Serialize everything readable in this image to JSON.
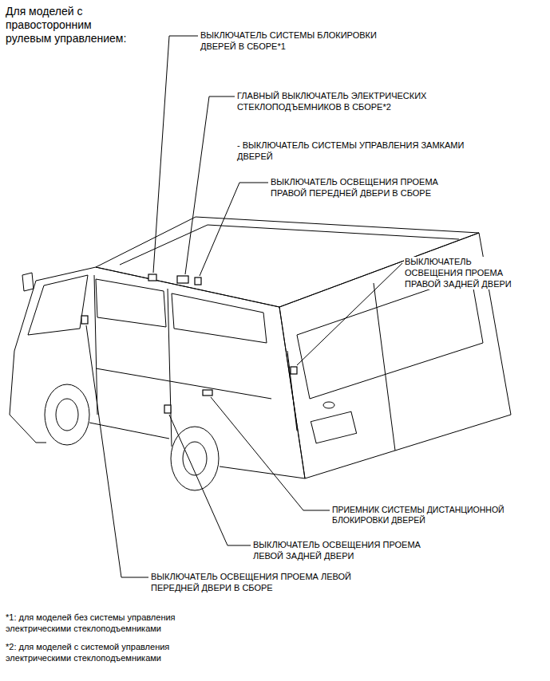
{
  "diagram": {
    "title": "Для моделей с правосторонним рулевым управлением:",
    "labels": [
      "ВЫКЛЮЧАТЕЛЬ СИСТЕМЫ БЛОКИРОВКИ ДВЕРЕЙ В СБОРЕ*1",
      "ГЛАВНЫЙ ВЫКЛЮЧАТЕЛЬ ЭЛЕКТРИЧЕСКИХ СТЕКЛОПОДЪЕМНИКОВ В СБОРЕ*2",
      "- ВЫКЛЮЧАТЕЛЬ СИСТЕМЫ УПРАВЛЕНИЯ ЗАМКАМИ ДВЕРЕЙ",
      "ВЫКЛЮЧАТЕЛЬ ОСВЕЩЕНИЯ ПРОЕМА ПРАВОЙ ПЕРЕДНЕЙ ДВЕРИ В СБОРЕ",
      "ВЫКЛЮЧАТЕЛЬ ОСВЕЩЕНИЯ ПРОЕМА ПРАВОЙ ЗАДНЕЙ ДВЕРИ",
      "ПРИЕМНИК СИСТЕМЫ ДИСТАНЦИОННОЙ БЛОКИРОВКИ ДВЕРЕЙ",
      "ВЫКЛЮЧАТЕЛЬ ОСВЕЩЕНИЯ ПРОЕМА ЛЕВОЙ ЗАДНЕЙ ДВЕРИ",
      "ВЫКЛЮЧАТЕЛЬ ОСВЕЩЕНИЯ ПРОЕМА ЛЕВОЙ ПЕРЕДНЕЙ ДВЕРИ В СБОРЕ",
      "*1: для моделей без системы управления электрическими стеклоподъемниками",
      "*2: для моделей с системой управления электрическими стеклоподъемниками"
    ]
  }
}
